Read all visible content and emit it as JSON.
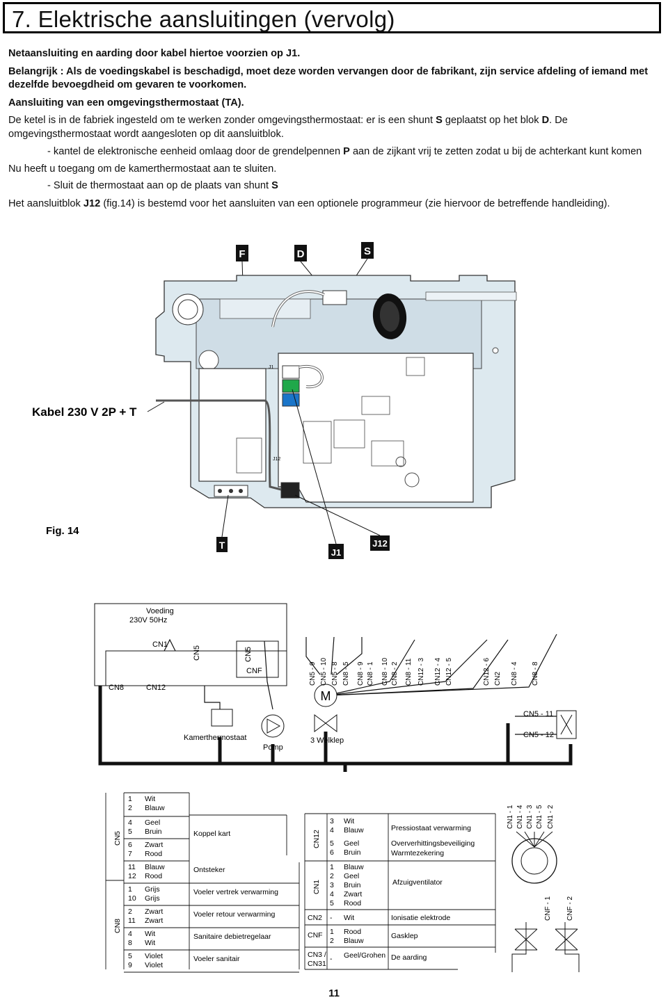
{
  "heading": "7. Elektrische aansluitingen (vervolg)",
  "paragraphs": {
    "p1": "Netaansluiting en aarding door kabel hiertoe voorzien op J1.",
    "p2": "Belangrijk : Als de voedingskabel is beschadigd, moet deze worden vervangen door de fabrikant, zijn service afdeling of iemand met dezelfde bevoegdheid om gevaren te voorkomen.",
    "p3": "Aansluiting van een omgevingsthermostaat (TA).",
    "p4_a": "De ketel is in de fabriek ingesteld om te werken zonder omgevingsthermostaat: er is een shunt ",
    "p4_s": "S",
    "p4_b": " geplaatst op het blok ",
    "p4_d": "D",
    "p4_c": ". De omgevingsthermostaat wordt aangesloten op dit aansluitblok.",
    "p5_a": "- kantel de elektronische eenheid omlaag door de grendelpennen ",
    "p5_p": "P",
    "p5_b": " aan de zijkant vrij te zetten zodat u bij de achterkant kunt komen",
    "p6": "Nu heeft u toegang om de kamerthermostaat aan te sluiten.",
    "p7_a": "- Sluit de thermostaat aan op de plaats van shunt ",
    "p7_s": "S",
    "p8_a": "Het aansluitblok ",
    "p8_j": "J12",
    "p8_b": " (fig.14) is bestemd voor het aansluiten van een optionele programmeur (zie hiervoor de betreffende handleiding)."
  },
  "figure14": {
    "callouts": {
      "F": "F",
      "D": "D",
      "S": "S",
      "T": "T",
      "J1": "J1",
      "J12": "J12"
    },
    "cable_label": "Kabel 230 V 2P + T",
    "fig_label": "Fig. 14",
    "board_j1": "J1",
    "board_j12": "J12"
  },
  "schematic": {
    "voeding": "Voeding",
    "voltage": "230V 50Hz",
    "cn1": "CN1",
    "cn5": "CN5",
    "cn5b": "CN5",
    "cnf": "CNF",
    "cn8": "CN8",
    "cn12": "CN12",
    "kamerthermostaat": "Kamerthermostaat",
    "pomp": "Pomp",
    "welklep": "3 Welklep",
    "motor": "M",
    "cn5_11": "CN5 - 11",
    "cn5_12": "CN5 - 12",
    "vertical_labels": [
      "CN5 - 9",
      "CN5 - 10",
      "CN5 - 8",
      "CN8 - 5",
      "CN8 - 9",
      "CN8 - 1",
      "CN8 - 10",
      "CN8 - 2",
      "CN8 - 11",
      "CN12 - 3",
      "CN12 - 4",
      "CN12 - 5",
      "CN12 - 6",
      "CN2",
      "CN8 - 4",
      "CN8 - 8"
    ]
  },
  "legend_left": {
    "group_cn5": "CN5",
    "group_cn8": "CN8",
    "rows": [
      {
        "n": [
          "1",
          "2"
        ],
        "c": [
          "Wit",
          "Blauw"
        ],
        "d": ""
      },
      {
        "n": [
          "4",
          "5"
        ],
        "c": [
          "Geel",
          "Bruin"
        ],
        "d": "Koppel kart"
      },
      {
        "n": [
          "6",
          "7"
        ],
        "c": [
          "Zwart",
          "Rood"
        ],
        "d": ""
      },
      {
        "n": [
          "11",
          "12"
        ],
        "c": [
          "Blauw",
          "Rood"
        ],
        "d": "Ontsteker"
      },
      {
        "n": [
          "1",
          "10"
        ],
        "c": [
          "Grijs",
          "Grijs"
        ],
        "d": "Voeler vertrek verwarming"
      },
      {
        "n": [
          "2",
          "11"
        ],
        "c": [
          "Zwart",
          "Zwart"
        ],
        "d": "Voeler retour verwarming"
      },
      {
        "n": [
          "4",
          "8"
        ],
        "c": [
          "Wit",
          "Wit"
        ],
        "d": "Sanitaire debietregelaar"
      },
      {
        "n": [
          "5",
          "9"
        ],
        "c": [
          "Violet",
          "Violet"
        ],
        "d": "Voeler sanitair"
      }
    ]
  },
  "legend_right": {
    "cn12": "CN12",
    "cn1": "CN1",
    "cn12_rows": {
      "n": [
        "3",
        "4",
        "5",
        "6"
      ],
      "c": [
        "Wit",
        "Blauw",
        "Geel",
        "Bruin"
      ],
      "d1": "Pressiostaat verwarming",
      "d2a": "Oververhittingsbeveiliging",
      "d2b": "Warmtezekering"
    },
    "cn1_rows": {
      "n": [
        "1",
        "2",
        "3",
        "4",
        "5"
      ],
      "c": [
        "Blauw",
        "Geel",
        "Bruin",
        "Zwart",
        "Rood"
      ],
      "d": "Afzuigventilator"
    },
    "cn2": {
      "g": "CN2",
      "n": "-",
      "c": "Wit",
      "d": "Ionisatie elektrode"
    },
    "cnf": {
      "g": "CNF",
      "n": [
        "1",
        "2"
      ],
      "c": [
        "Rood",
        "Blauw"
      ],
      "d": "Gasklep"
    },
    "cn3": {
      "g1": "CN3 /",
      "g2": "CN31",
      "n": "-",
      "c": "Geel/Grohen",
      "d": "De aarding"
    }
  },
  "fan_labels": [
    "CN1 - 1",
    "CN1 - 4",
    "CN1 - 3",
    "CN1 - 5",
    "CN1 - 2"
  ],
  "cnf_labels": [
    "CNF - 1",
    "CNF - 2"
  ],
  "page_number": "11"
}
